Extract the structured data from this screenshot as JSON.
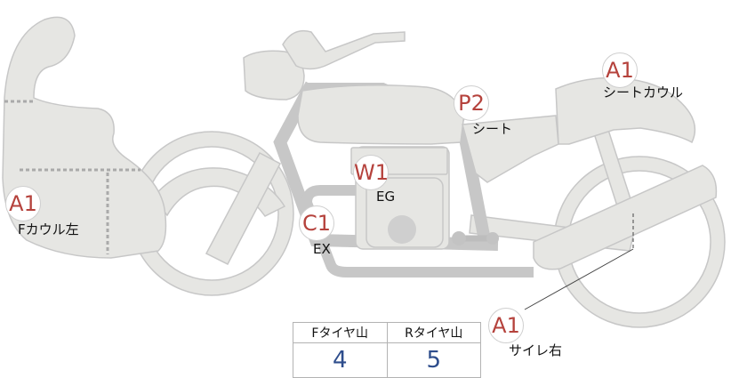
{
  "colors": {
    "body_fill": "#e6e6e3",
    "body_stroke": "#c7c7c7",
    "marker_text": "#b5423c",
    "value_text": "#2e4d8c"
  },
  "markers": {
    "front_cowl": {
      "code": "A1",
      "label": "Fカウル左"
    },
    "exhaust": {
      "code": "C1",
      "label": "EX"
    },
    "engine": {
      "code": "W1",
      "label": "EG"
    },
    "seat": {
      "code": "P2",
      "label": "シート"
    },
    "seat_cowl": {
      "code": "A1",
      "label": "シートカウル"
    },
    "right_muffler": {
      "code": "A1",
      "label": "サイレ右"
    }
  },
  "tire_table": {
    "headers": [
      "Fタイヤ山",
      "Rタイヤ山"
    ],
    "values": [
      "4",
      "5"
    ]
  }
}
